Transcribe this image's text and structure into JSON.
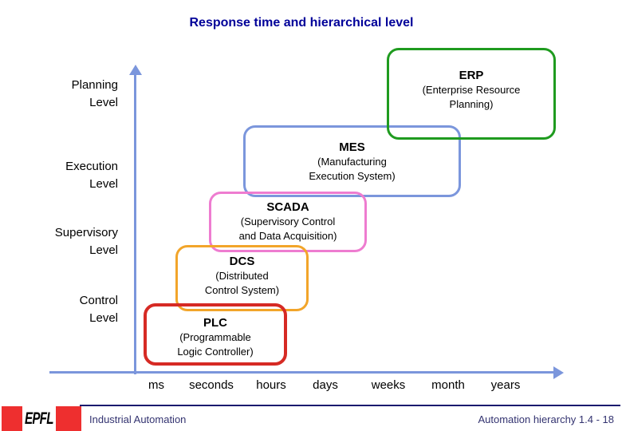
{
  "title": "Response time and hierarchical level",
  "y_axis": {
    "labels": [
      "Planning\nLevel",
      "Execution\nLevel",
      "Supervisory\nLevel",
      "Control\nLevel"
    ]
  },
  "x_axis": {
    "labels": [
      "ms",
      "seconds",
      "hours",
      "days",
      "weeks",
      "month",
      "years"
    ]
  },
  "boxes": [
    {
      "name": "ERP",
      "subtitle": "(Enterprise Resource\nPlanning)",
      "color": "#1f9b1f"
    },
    {
      "name": "MES",
      "subtitle": "(Manufacturing\nExecution System)",
      "color": "#7b96dc"
    },
    {
      "name": "SCADA",
      "subtitle": "(Supervisory Control\nand Data Acquisition)",
      "color": "#ee7cd0"
    },
    {
      "name": "DCS",
      "subtitle": "(Distributed\nControl System)",
      "color": "#f2a52a"
    },
    {
      "name": "PLC",
      "subtitle": "(Programmable\nLogic Controller)",
      "color": "#d62a24"
    }
  ],
  "colors": {
    "axis": "#7b96dc",
    "title": "#000099",
    "footer_line": "#1a1a6e",
    "footer_text": "#333370",
    "logo_red": "#ee2f2f"
  },
  "footer": {
    "left": "Industrial Automation",
    "right": "Automation hierarchy 1.4 - 18"
  },
  "logo": {
    "text": "EPFL"
  }
}
